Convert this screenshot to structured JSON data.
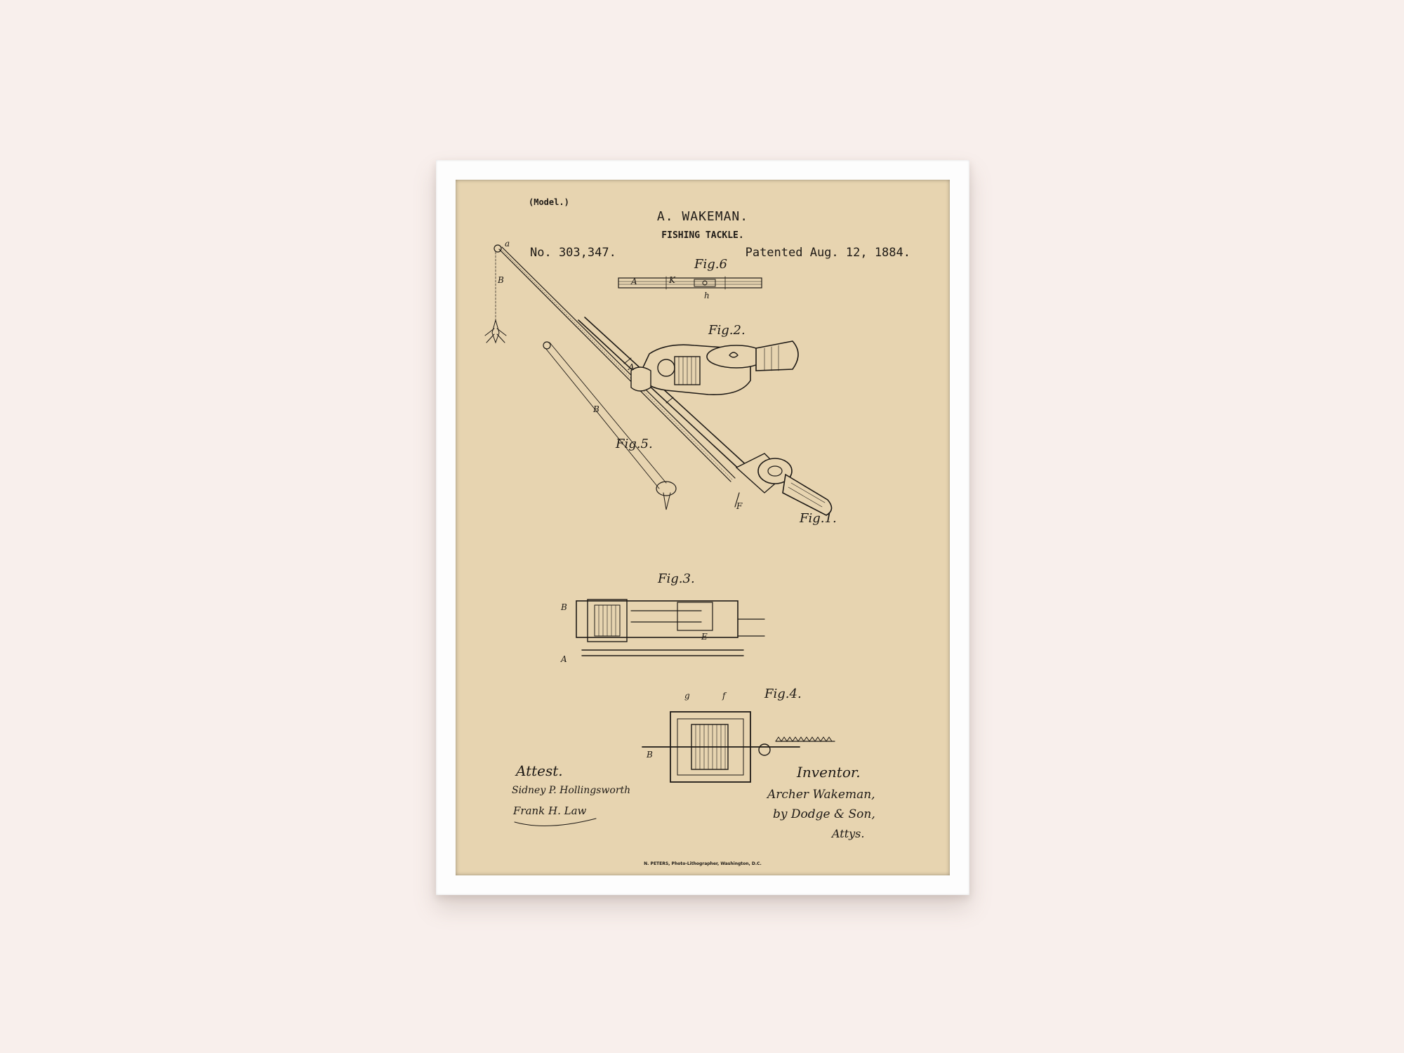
{
  "patent": {
    "model_tag": "(Model.)",
    "inventor_name": "A. WAKEMAN.",
    "subject": "FISHING TACKLE.",
    "number": "No. 303,347.",
    "date": "Patented Aug. 12, 1884."
  },
  "figures": {
    "fig1": "Fig.1.",
    "fig2": "Fig.2.",
    "fig3": "Fig.3.",
    "fig4": "Fig.4.",
    "fig5": "Fig.5.",
    "fig6": "Fig.6"
  },
  "signatures": {
    "attest_label": "Attest.",
    "witness_1": "Sidney P. Hollingsworth",
    "witness_2": "Frank H. Law",
    "inventor_label": "Inventor.",
    "inventor_signature": "Archer Wakeman,",
    "attorney_line": "by Dodge & Son,",
    "attorney_abbrev": "Attys."
  },
  "footer": "N. PETERS, Photo-Lithographer, Washington, D.C.",
  "colors": {
    "wall": "#f8efec",
    "frame": "#fdfdfd",
    "paper": "#e7d4b0",
    "ink": "#1e1a16"
  }
}
